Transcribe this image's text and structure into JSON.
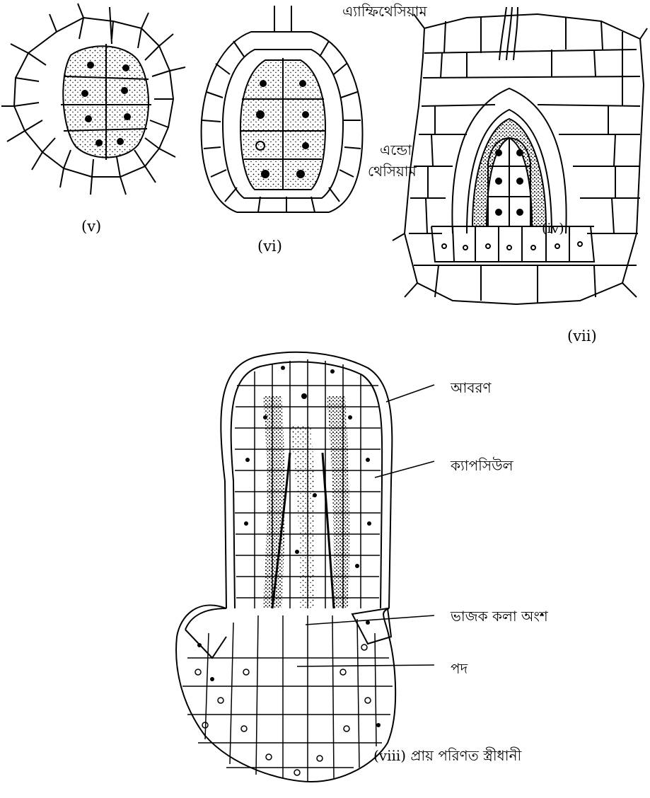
{
  "figures": {
    "v": {
      "caption": "(v)"
    },
    "vi": {
      "caption": "(vi)"
    },
    "vii": {
      "caption": "(vii)",
      "inner_mark": "(iv)",
      "labels": {
        "amphithecium": "এ্যাম্ফিথেসিয়াম",
        "endothecium_line1": "এন্ডো",
        "endothecium_line2": "থেসিয়াম"
      }
    },
    "viii": {
      "caption": "(viii) প্রায় পরিণত স্ত্রীধানী",
      "labels": {
        "covering": "আবরণ",
        "capsule": "ক্যাপসিউল",
        "meristem": "ভাজক কলা অংশ",
        "foot": "পদ"
      }
    }
  },
  "colors": {
    "ink": "#000000",
    "background": "#ffffff"
  }
}
